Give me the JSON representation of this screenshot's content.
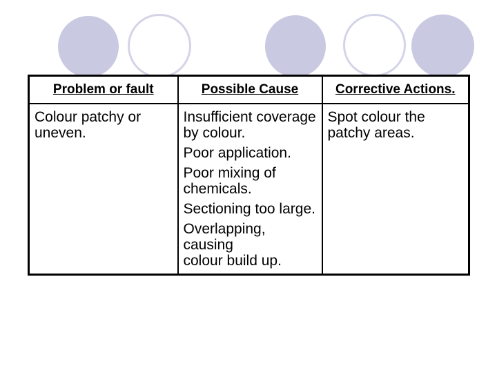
{
  "slide": {
    "background_color": "#ffffff",
    "decoration": {
      "circle_fill_color": "#c9c9e2",
      "circle_outline_color": "#d4d4e8",
      "circles": [
        "filled",
        "outline",
        "filled",
        "outline",
        "filled"
      ]
    },
    "table": {
      "border_color": "#000000",
      "text_color": "#000000",
      "headers": [
        "Problem or fault",
        "Possible Cause",
        "Corrective Actions."
      ],
      "row": {
        "problem": "Colour patchy or\nuneven.",
        "causes": [
          "Insufficient coverage\nby colour.",
          "Poor application.",
          "Poor mixing of\nchemicals.",
          "Sectioning too large.",
          "Overlapping, causing\ncolour build up."
        ],
        "action": "Spot colour the\npatchy areas."
      }
    }
  }
}
